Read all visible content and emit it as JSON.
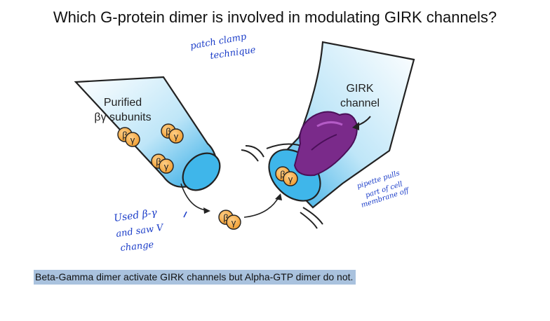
{
  "title": "Which G-protein dimer is involved in modulating GIRK channels?",
  "figure": {
    "left_label_line1": "Purified",
    "left_label_line2": "βγ subunits",
    "right_label_line1": "GIRK",
    "right_label_line2": "channel",
    "beta": "β",
    "gamma": "γ"
  },
  "handwritten": {
    "note_top_line1": "patch clamp",
    "note_top_line2": "technique",
    "note_left_line1": "Used β-γ",
    "note_left_line2": "and saw V",
    "note_left_line3": "change",
    "note_right_line1": "pipette pulls",
    "note_right_line2": "part of cell",
    "note_right_line3": "membrane off"
  },
  "caption": "Beta-Gamma dimer activate GIRK channels but Alpha-GTP dimer do not.",
  "colors": {
    "pipette_fill": "#3fb6ea",
    "subunit_orange": "#f0a030",
    "channel_purple": "#7a2a8a",
    "ink_blue": "#1a3cc8",
    "caption_highlight": "#a9c2de"
  }
}
